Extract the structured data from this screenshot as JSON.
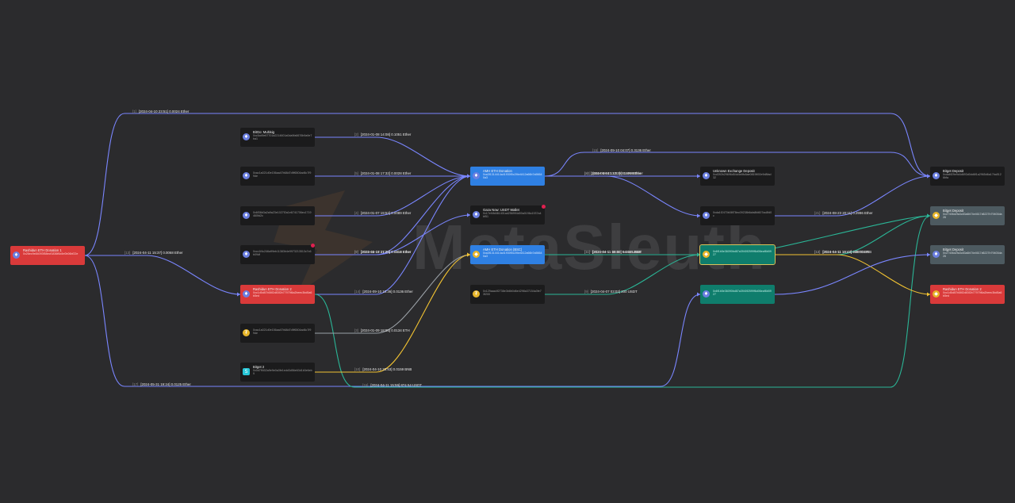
{
  "watermark": "MetaSleuth",
  "colors": {
    "eth_edge": "#7a86ff",
    "bnb_edge": "#f1c232",
    "usdt_edge": "#2bb596",
    "token_edge": "#9aa0a6"
  },
  "nodes": [
    {
      "id": "n0",
      "name": "Rashidun ETH Donation 1",
      "addr": "0x26ec9e84093f58ecf1836f6d4e0b06bf22e",
      "icon": "eth",
      "style": "red"
    },
    {
      "id": "n1",
      "name": "BitGo: Multisig",
      "addr": "0xc5cd9e67701a2214601a0da9fa6676b9a9e7ba1",
      "icon": "eth",
      "style": "dark"
    },
    {
      "id": "n2",
      "name": "",
      "addr": "0xac1a021d0e156aa47b68d7d9f6504ad6c7f99de",
      "icon": "eth",
      "style": "dark"
    },
    {
      "id": "n3",
      "name": "",
      "addr": "0x6f36b3a2a9a23e1027f2a1e6741706ec1719460fd2c",
      "icon": "eth",
      "style": "dark"
    },
    {
      "id": "n4",
      "name": "",
      "addr": "0xcc1f4c246a99eb11383b4e9973213513c7c6b09df",
      "icon": "eth",
      "style": "dark"
    },
    {
      "id": "n5",
      "name": "Rashidun ETH Donation 2",
      "addr": "0xc1d5d87b58f2d83f2b77979f4a2beec3bd5a6b5ed",
      "icon": "eth",
      "style": "red"
    },
    {
      "id": "n6",
      "name": "",
      "addr": "0xac1a021d0e156aa47b68d7d9f6504ad6c7f99de",
      "icon": "usdt",
      "style": "dark"
    },
    {
      "id": "n7",
      "name": "Bitget 2",
      "addr": "0x0d7ff402a9e9e0a3fe1edd3d56e63d1b3e6eb9",
      "icon": "sw",
      "style": "dark"
    },
    {
      "id": "n8",
      "name": "AMH ETH Donation",
      "addr": "0xa3f1314414a41930f0c2f4e4412a66b7a56640a3",
      "icon": "eth",
      "style": "blue"
    },
    {
      "id": "n9",
      "name": "Gaza Now: USDT Wallet",
      "addr": "0x17ef4fd461401ad256994d00a0196c1937a4bf51",
      "icon": "eth",
      "style": "dark"
    },
    {
      "id": "n10",
      "name": "AMH ETH Donation (BSC)",
      "addr": "0xa3f1314414a41930f0c2f4e4412a66b7a56640a3",
      "icon": "bnb",
      "style": "blue"
    },
    {
      "id": "n11",
      "name": "",
      "addr": "0x129aaa4f2738e3b8b0d6e4298a37154a3fe73f200",
      "icon": "usdt",
      "style": "dark"
    },
    {
      "id": "n12",
      "name": "Unknown Exchange Deposit",
      "addr": "0xd392b29696d54d4e8fc8ae0819692e9d8fad32",
      "icon": "eth",
      "style": "dark"
    },
    {
      "id": "n13",
      "name": "",
      "addr": "0xda1f2470b08f78ec09238b6cfa8fd607ac8fd0c",
      "icon": "eth",
      "style": "dark"
    },
    {
      "id": "n14",
      "name": "",
      "addr": "0x6f1b5e36090bd87a3940f2599f6d06eaf6b5927",
      "icon": "bnb",
      "style": "teal"
    },
    {
      "id": "n15",
      "name": "",
      "addr": "0x6f1b5e36090bd87a3940f2599f6d06eaf6b5927",
      "icon": "eth",
      "style": "teal"
    },
    {
      "id": "n16",
      "name": "Bitget Deposit",
      "addr": "0xda6f29e9d4d693d0dd6f1a2965d6a17ba5126bfa",
      "icon": "eth",
      "style": "dark"
    },
    {
      "id": "n17",
      "name": "Bitget Deposit",
      "addr": "0x27406d2fa3c83a6b74e4617d6227b79400da26",
      "icon": "bnb",
      "style": "grey"
    },
    {
      "id": "n18",
      "name": "Bitget Deposit",
      "addr": "0x27406d2fa3c83a6b74e4617d6227b79400da26",
      "icon": "eth",
      "style": "grey"
    },
    {
      "id": "n19",
      "name": "Rashidun ETH Donation 2",
      "addr": "0xc1d5d87b58f2d83f2b77979f4a2beec3bd5a6b5ed",
      "icon": "bnb",
      "style": "red"
    }
  ],
  "edges": [
    {
      "from": "n0",
      "to": "n16",
      "color": "eth",
      "index": "[1]",
      "text": "[2024-04-10 23:51] 0.0024 Ether"
    },
    {
      "from": "n0",
      "to": "n5",
      "color": "eth",
      "index": "[13]",
      "text": "[2024-04-11 15:37] 0.0068 Ether"
    },
    {
      "from": "n0",
      "to": "n15",
      "color": "eth",
      "index": "[17]",
      "text": "[2024-05-31 19:24] 0.0125 Ether"
    },
    {
      "from": "n1",
      "to": "n8",
      "color": "eth",
      "index": "[2]",
      "text": "[2024-01-08 14:08] 0.1051 Ether"
    },
    {
      "from": "n2",
      "to": "n8",
      "color": "eth",
      "index": "[5]",
      "text": "[2024-01-08 17:32] 0.0028 Ether"
    },
    {
      "from": "n3",
      "to": "n8",
      "color": "eth",
      "index": "[4]",
      "text": "[2024-01-07 19:52] 0.0089 Ether"
    },
    {
      "from": "n4",
      "to": "n9",
      "color": "eth",
      "index": "[6]",
      "text": "[2023-10-17 21:26] 0.0319 Ether"
    },
    {
      "from": "n4",
      "to": "n8",
      "color": "eth",
      "index": "[7]",
      "text": "[2024-01-18 17:26] 0.0414 Ether"
    },
    {
      "from": "n5",
      "to": "n8",
      "color": "eth",
      "index": "[14]",
      "text": "[2024-09-10 10:36] 0.0136 Ether"
    },
    {
      "from": "n5",
      "to": "n17",
      "color": "usdt",
      "index": "[16]",
      "text": "[2024-04-11 15:59] 874.54 USDT"
    },
    {
      "from": "n6",
      "to": "n10",
      "color": "token",
      "index": "[3]",
      "text": "[2024-01-09 18:05] 0.0134 ETH"
    },
    {
      "from": "n7",
      "to": "n10",
      "color": "bnb",
      "index": "[10]",
      "text": "[2024-04-10 23:53] 0.0159 BNB"
    },
    {
      "from": "n8",
      "to": "n16",
      "color": "eth",
      "index": "[15]",
      "text": "[2024-09-10 04:07] 0.3136 Ether"
    },
    {
      "from": "n8",
      "to": "n12",
      "color": "eth",
      "index": "[8]",
      "text": "[2024-01-24 13:52] 0.1574 Ether"
    },
    {
      "from": "n8",
      "to": "n13",
      "color": "eth",
      "index": "[20]",
      "text": "[2024-08-21 12:29] 0.2999 Ether"
    },
    {
      "from": "n10",
      "to": "n14",
      "color": "bnb",
      "index": "[11]",
      "text": "[2024-04-11 10:40] 0.0155 BNB"
    },
    {
      "from": "n10",
      "to": "n17",
      "color": "usdt",
      "index": "[11]",
      "text": "[2024-04-11 06:03] 54.02 USDT"
    },
    {
      "from": "n11",
      "to": "n14",
      "color": "usdt",
      "index": "[9]",
      "text": "[2024-04-07 03:02] 200 USDT"
    },
    {
      "from": "n13",
      "to": "n16",
      "color": "eth",
      "index": "[21]",
      "text": "[2024-08-23 20:11] 0.2996 Ether"
    },
    {
      "from": "n14",
      "to": "n17",
      "color": "usdt",
      "index": "[12]",
      "text": "[2024-04-11 10:44] 200 USDT"
    },
    {
      "from": "n14",
      "to": "n19",
      "color": "bnb",
      "index": "[13]",
      "text": "[2024-04-11 15:47] 0.0070 BNB"
    },
    {
      "from": "n15",
      "to": "n18",
      "color": "eth",
      "index": "",
      "text": ""
    }
  ]
}
